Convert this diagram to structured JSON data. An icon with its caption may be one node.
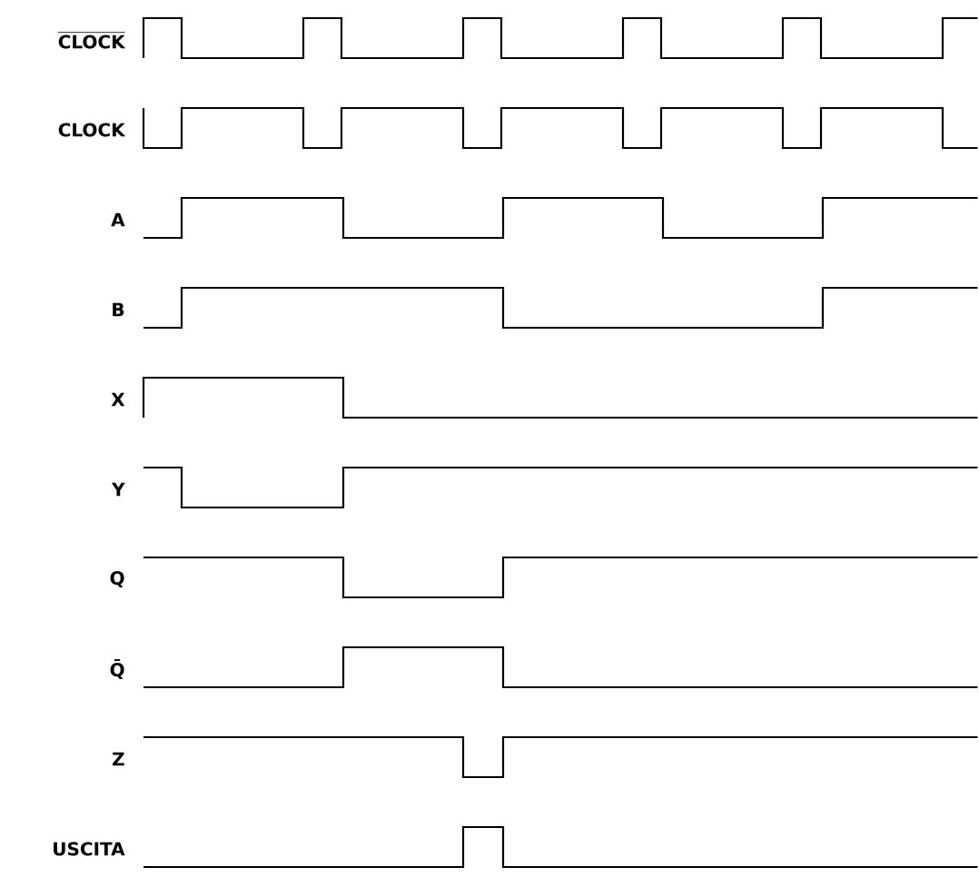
{
  "diagram": {
    "labels": [
      "CLOCK",
      "CLOCK",
      "A",
      "B",
      "X",
      "Y",
      "Q",
      "Q̄",
      "Z",
      "USCITA"
    ]
  }
}
